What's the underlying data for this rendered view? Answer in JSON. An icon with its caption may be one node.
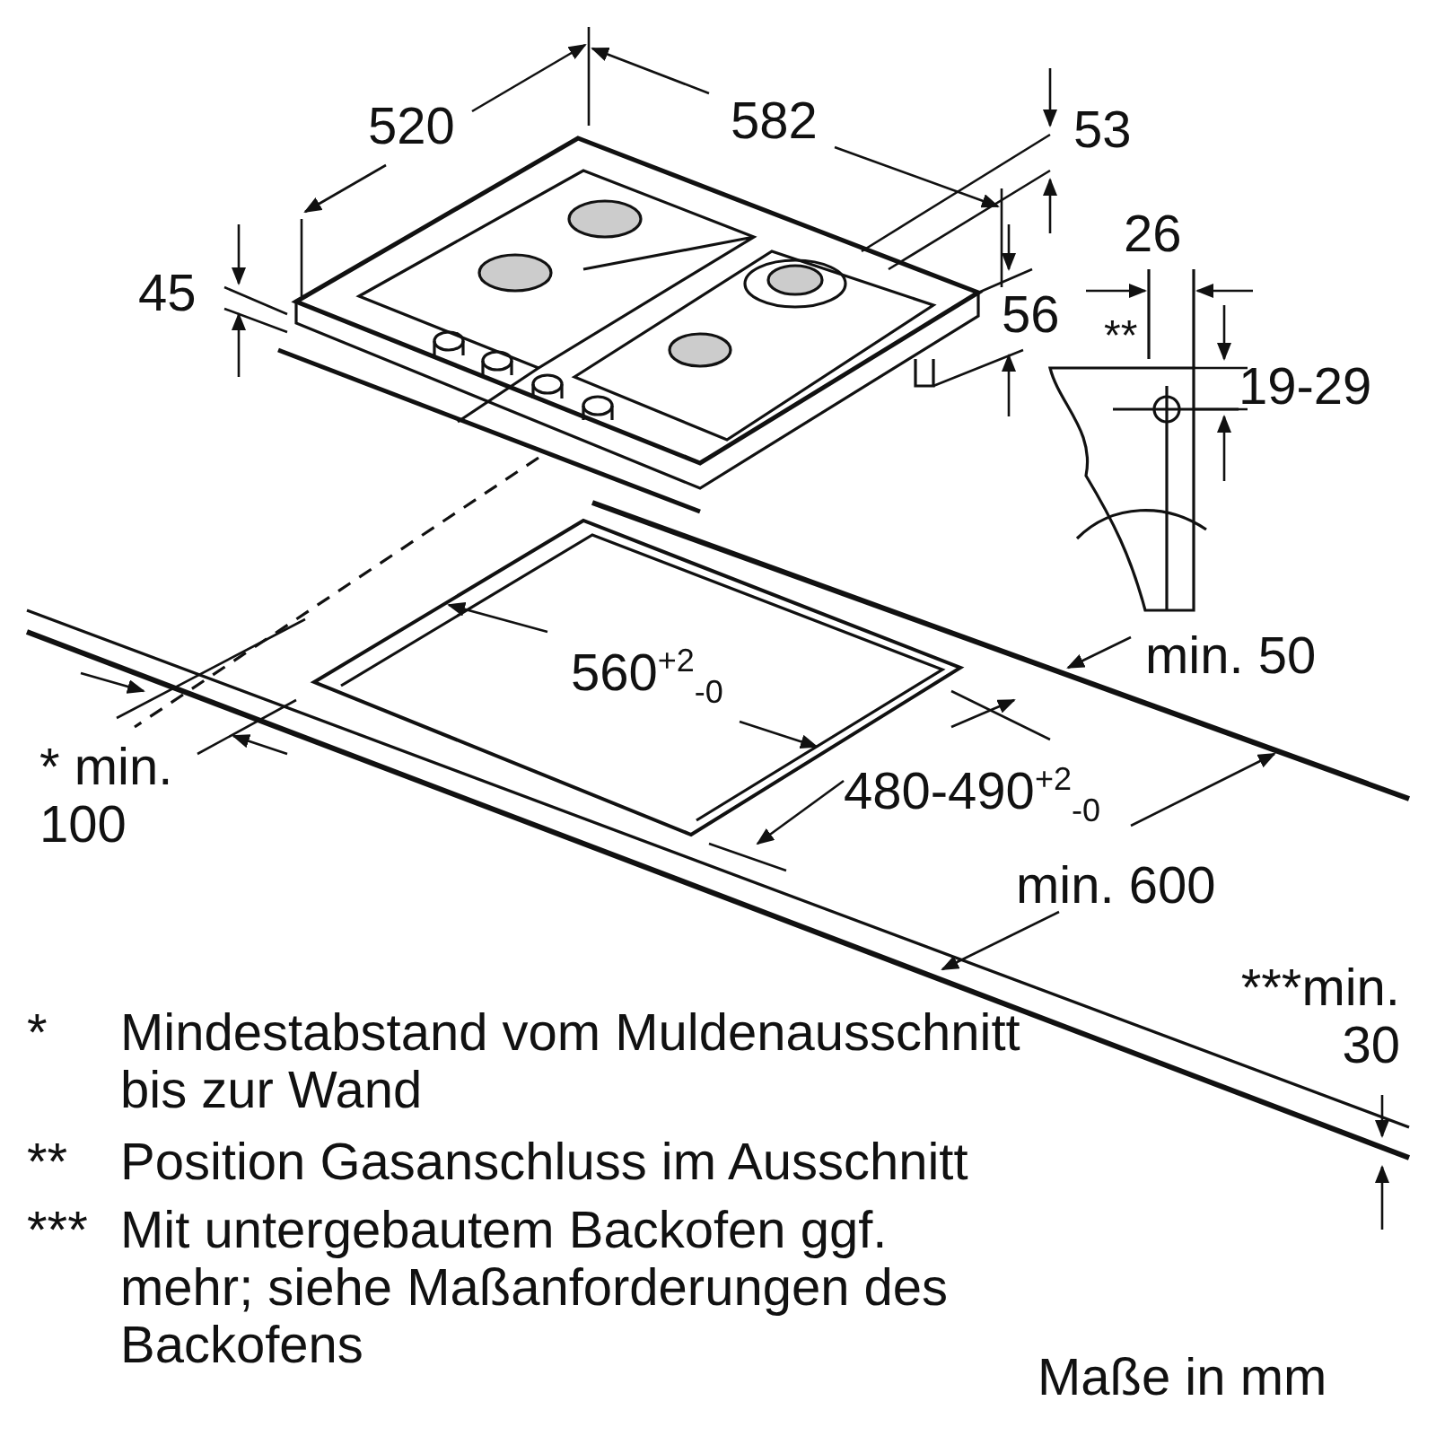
{
  "diagram": {
    "labels": [
      "520",
      "582",
      "53",
      "45",
      "56",
      "26",
      "**",
      "19-29",
      "560$^{+2}$$_{-0}$",
      "min. 50",
      "* min. 100",
      "480-490$^{+2}$$_{-0}$",
      "min. 600",
      "***min. 30",
      "*",
      "Mindestabstand vom Muldenausschnitt bis zur Wand",
      "**",
      "Position Gasanschluss im Ausschnitt",
      "***",
      "Mit untergebautem Backofen ggf. mehr; siehe Maßanforderungen des Backofens",
      "Maße in mm"
    ]
  }
}
